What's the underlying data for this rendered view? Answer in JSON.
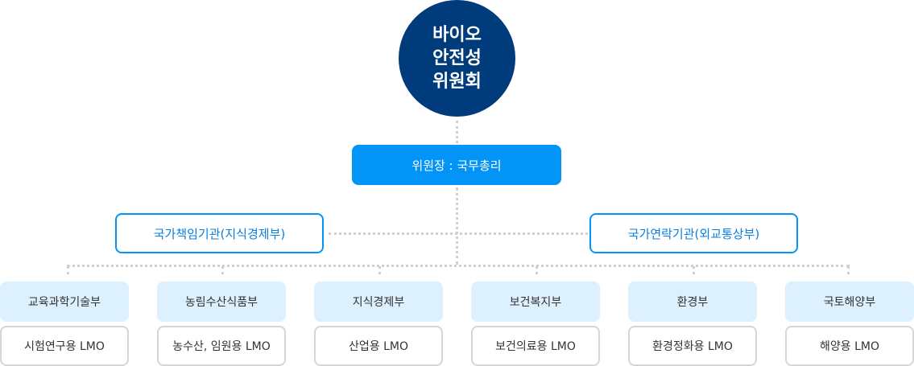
{
  "committee": {
    "title_lines": [
      "바이오",
      "안전성",
      "위원회"
    ]
  },
  "chair": {
    "label": "위원장 : 국무총리"
  },
  "agencies": [
    {
      "label": "국가책임기관(지식경제부)"
    },
    {
      "label": "국가연락기관(외교통상부)"
    }
  ],
  "ministries": [
    {
      "name": "교육과학기술부",
      "use": "시험연구용 LMO"
    },
    {
      "name": "농림수산식품부",
      "use": "농수산, 임원용 LMO"
    },
    {
      "name": "지식경제부",
      "use": "산업용 LMO"
    },
    {
      "name": "보건복지부",
      "use": "보건의료용 LMO"
    },
    {
      "name": "환경부",
      "use": "환경정화용 LMO"
    },
    {
      "name": "국토해양부",
      "use": "해양용 LMO"
    }
  ],
  "colors": {
    "committee": "#003b7c",
    "chair": "#0394f8",
    "agency_border": "#0394f8",
    "ministry_bg": "#dcf0fd",
    "connector": "#cfcfcf"
  }
}
